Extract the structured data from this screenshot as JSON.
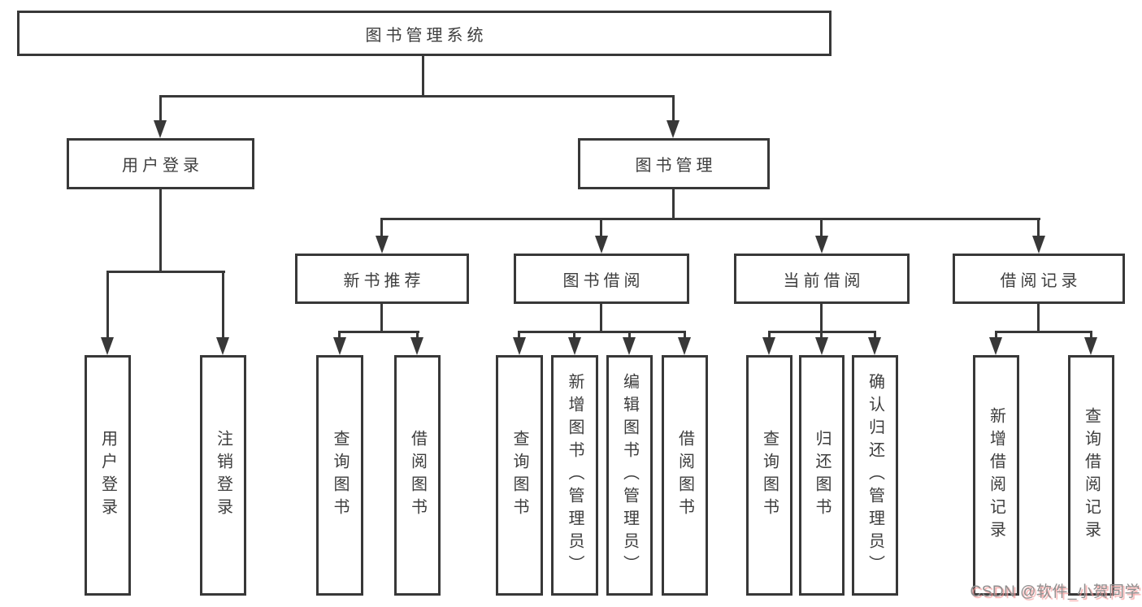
{
  "colors": {
    "background": "#ffffff",
    "line": "#383838",
    "box_border": "#383838",
    "box_background": "#ffffff",
    "text": "#3d3d3d",
    "watermark_text": "#8e8e8e",
    "watermark_shadow": "#f49a9a"
  },
  "tree": {
    "root": {
      "label": "图书管理系统",
      "children": [
        {
          "label": "用户登录",
          "children": [
            {
              "label": "用户登录"
            },
            {
              "label": "注销登录"
            }
          ]
        },
        {
          "label": "图书管理",
          "children": [
            {
              "label": "新书推荐",
              "children": [
                {
                  "label": "查询图书"
                },
                {
                  "label": "借阅图书"
                }
              ]
            },
            {
              "label": "图书借阅",
              "children": [
                {
                  "label": "查询图书"
                },
                {
                  "label": "新增图书（管理员）"
                },
                {
                  "label": "编辑图书（管理员）"
                },
                {
                  "label": "借阅图书"
                }
              ]
            },
            {
              "label": "当前借阅",
              "children": [
                {
                  "label": "查询图书"
                },
                {
                  "label": "归还图书"
                },
                {
                  "label": "确认归还（管理员）"
                }
              ]
            },
            {
              "label": "借阅记录",
              "children": [
                {
                  "label": "新增借阅记录"
                },
                {
                  "label": "查询借阅记录"
                }
              ]
            }
          ]
        }
      ]
    }
  },
  "watermark": {
    "text": "CSDN @软件_小贺同学"
  }
}
